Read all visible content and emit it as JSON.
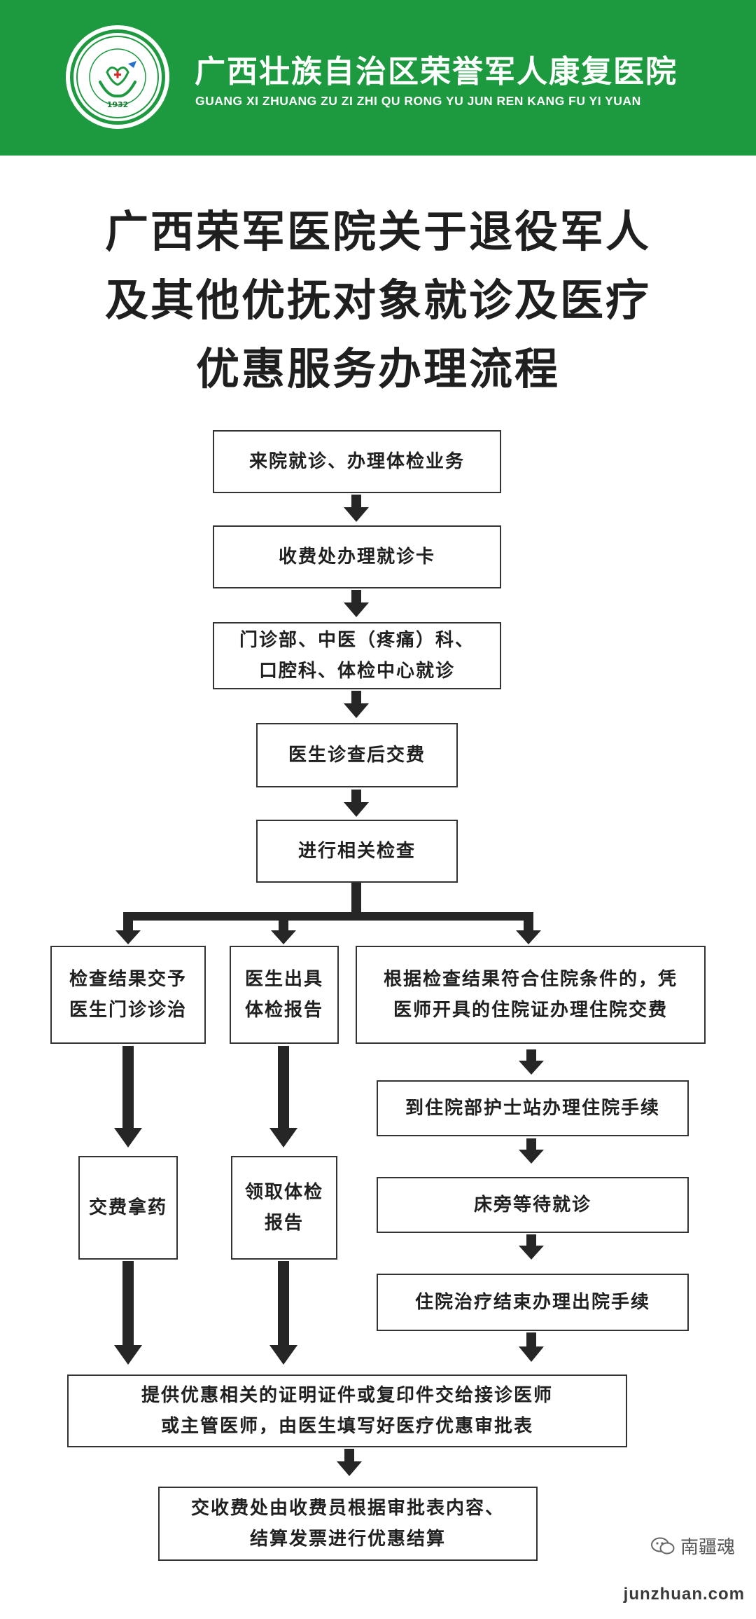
{
  "header": {
    "hospital_name_cn": "广西壮族自治区荣誉军人康复医院",
    "hospital_name_en": "GUANG XI ZHUANG ZU ZI ZHI QU RONG YU JUN REN KANG FU YI YUAN",
    "logo_year": "1932",
    "brand_color": "#1d9a3f"
  },
  "title": {
    "line1": "广西荣军医院关于退役军人",
    "line2": "及其他优抚对象就诊及医疗",
    "line3": "优惠服务办理流程"
  },
  "flow": {
    "step1": "来院就诊、办理体检业务",
    "step2": "收费处办理就诊卡",
    "step3": "门诊部、中医（疼痛）科、\n口腔科、体检中心就诊",
    "step4": "医生诊查后交费",
    "step5": "进行相关检查",
    "branch_a1": "检查结果交予\n医生门诊诊治",
    "branch_a2": "交费拿药",
    "branch_b1": "医生出具\n体检报告",
    "branch_b2": "领取体检\n报告",
    "branch_c1": "根据检查结果符合住院条件的，凭\n医师开具的住院证办理住院交费",
    "branch_c2": "到住院部护士站办理住院手续",
    "branch_c3": "床旁等待就诊",
    "branch_c4": "住院治疗结束办理出院手续",
    "step6": "提供优惠相关的证明证件或复印件交给接诊医师\n或主管医师，由医生填写好医疗优惠审批表",
    "step7": "交收费处由收费员根据审批表内容、\n结算发票进行优惠结算"
  },
  "watermark": {
    "account": "南疆魂",
    "url": "junzhuan.com",
    "icon": "wechat-icon"
  }
}
